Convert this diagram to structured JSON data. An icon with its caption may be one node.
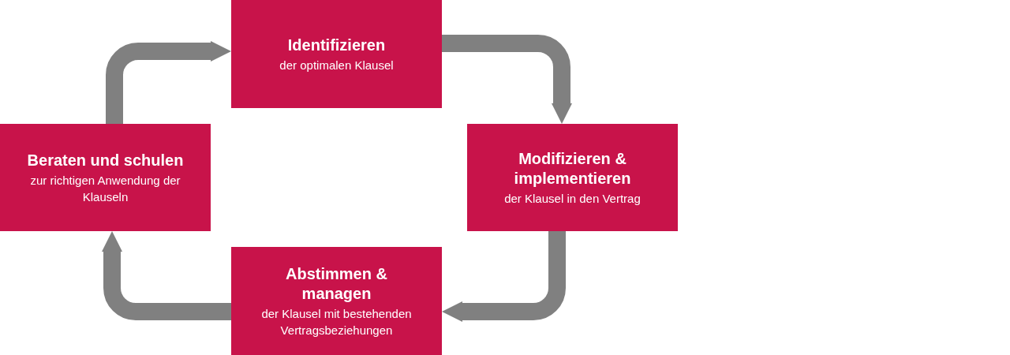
{
  "diagram": {
    "nodes": [
      {
        "text": [
          "Identifizieren",
          "der optimalen Klausel"
        ]
      },
      {
        "text": [
          "Modifizieren & implementieren",
          "der Klausel in den Vertrag"
        ]
      },
      {
        "text": [
          "Abstimmen & managen",
          "der Klausel mit bestehenden Vertragsbeziehungen"
        ]
      },
      {
        "text": [
          "Beraten und schulen",
          "zur richtigen Anwendung der Klauseln"
        ]
      }
    ],
    "edges": [
      {
        "from": 0,
        "to": 1,
        "arrow": "to"
      },
      {
        "from": 1,
        "to": 2,
        "arrow": "to"
      },
      {
        "from": 2,
        "to": 3,
        "arrow": "to"
      },
      {
        "from": 3,
        "to": 0,
        "arrow": "to"
      }
    ]
  }
}
